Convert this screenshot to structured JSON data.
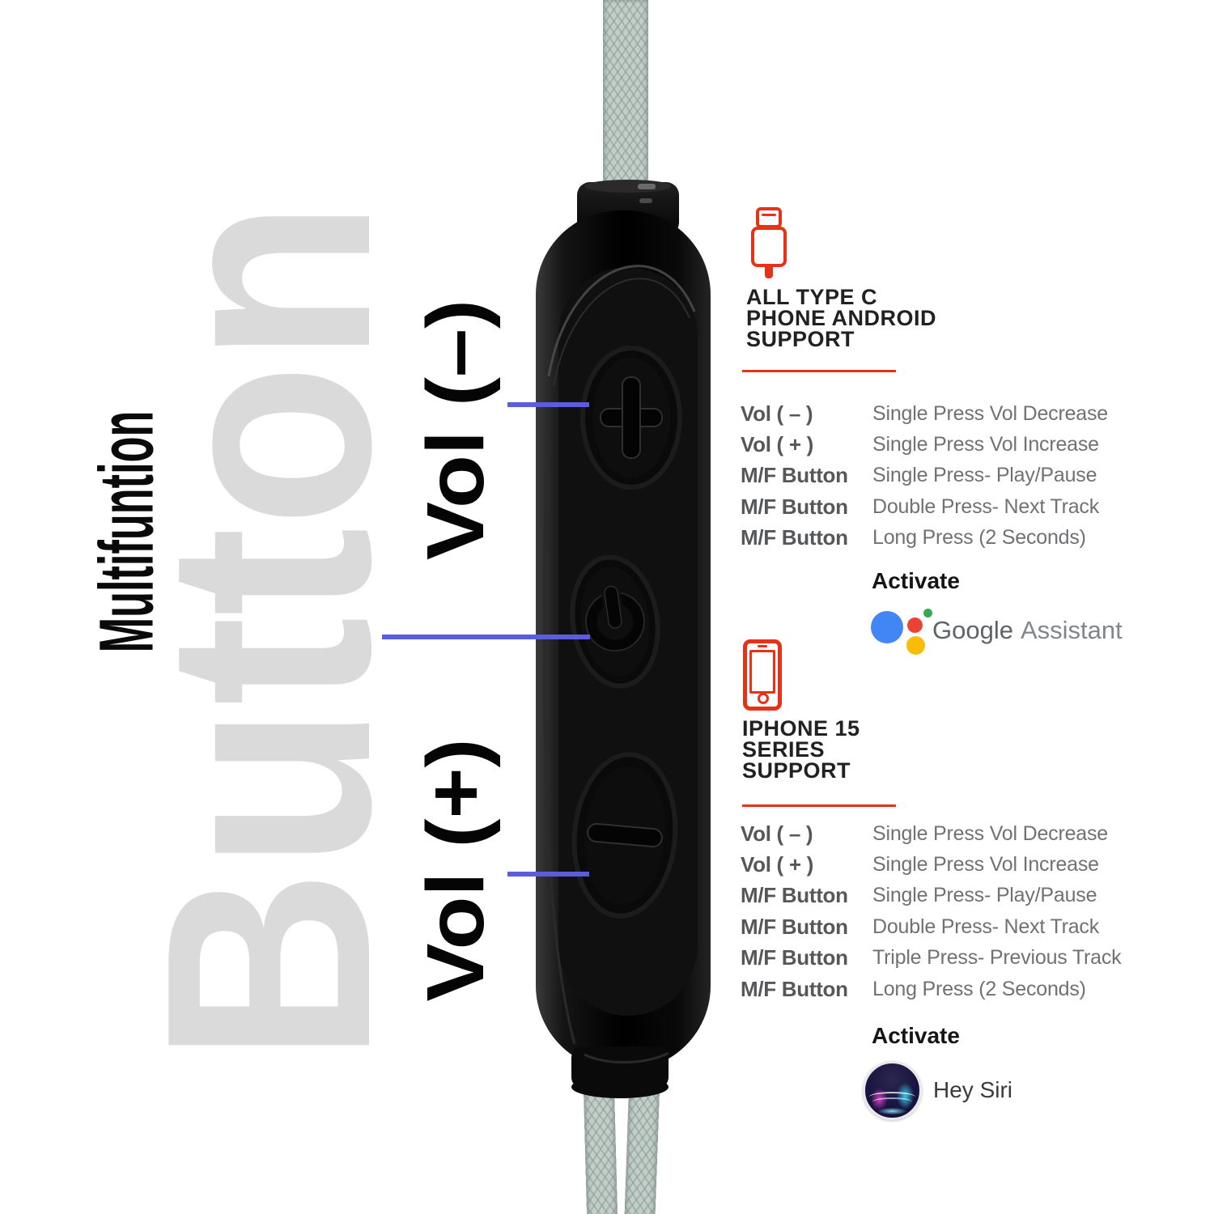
{
  "watermark": {
    "big": "Button",
    "vertical": "Multifuntion"
  },
  "pointer_labels": {
    "vol_minus": "Vol (–)",
    "vol_plus": "Vol (+)"
  },
  "remote": {
    "top_button_icon": "plus-button-icon",
    "middle_button_icon": "power-button-icon",
    "bottom_button_icon": "minus-button-icon"
  },
  "android_section": {
    "icon": "usb-type-c-icon",
    "heading_lines": [
      "ALL TYPE C",
      "PHONE ANDROID",
      "SUPPORT"
    ],
    "rows": [
      {
        "key": "Vol ( – )",
        "value": "Single Press Vol Decrease"
      },
      {
        "key": "Vol ( + )",
        "value": "Single Press Vol Increase"
      },
      {
        "key": "M/F Button",
        "value": "Single Press- Play/Pause"
      },
      {
        "key": "M/F Button",
        "value": "Double Press- Next Track"
      },
      {
        "key": "M/F Button",
        "value": "Long Press (2 Seconds)"
      }
    ],
    "activate_label": "Activate",
    "assistant_brand": "Google",
    "assistant_name": "Assistant"
  },
  "iphone_section": {
    "icon": "smartphone-icon",
    "heading_lines": [
      "IPHONE 15",
      "SERIES",
      "SUPPORT"
    ],
    "rows": [
      {
        "key": "Vol ( – )",
        "value": "Single Press Vol Decrease"
      },
      {
        "key": "Vol ( + )",
        "value": "Single Press Vol Increase"
      },
      {
        "key": "M/F Button",
        "value": "Single Press- Play/Pause"
      },
      {
        "key": "M/F Button",
        "value": "Double Press- Next Track"
      },
      {
        "key": "M/F Button",
        "value": "Triple Press- Previous Track"
      },
      {
        "key": "M/F Button",
        "value": "Long Press (2 Seconds)"
      }
    ],
    "activate_label": "Activate",
    "assistant_name": "Hey Siri"
  },
  "colors": {
    "accent_red": "#e63317",
    "pointer_blue": "#5a5edd",
    "cable": "#c3cec9",
    "watermark_gray": "#dadada",
    "google_blue": "#4285F4",
    "google_red": "#EA4335",
    "google_yellow": "#FBBC05",
    "google_green": "#34A853"
  }
}
